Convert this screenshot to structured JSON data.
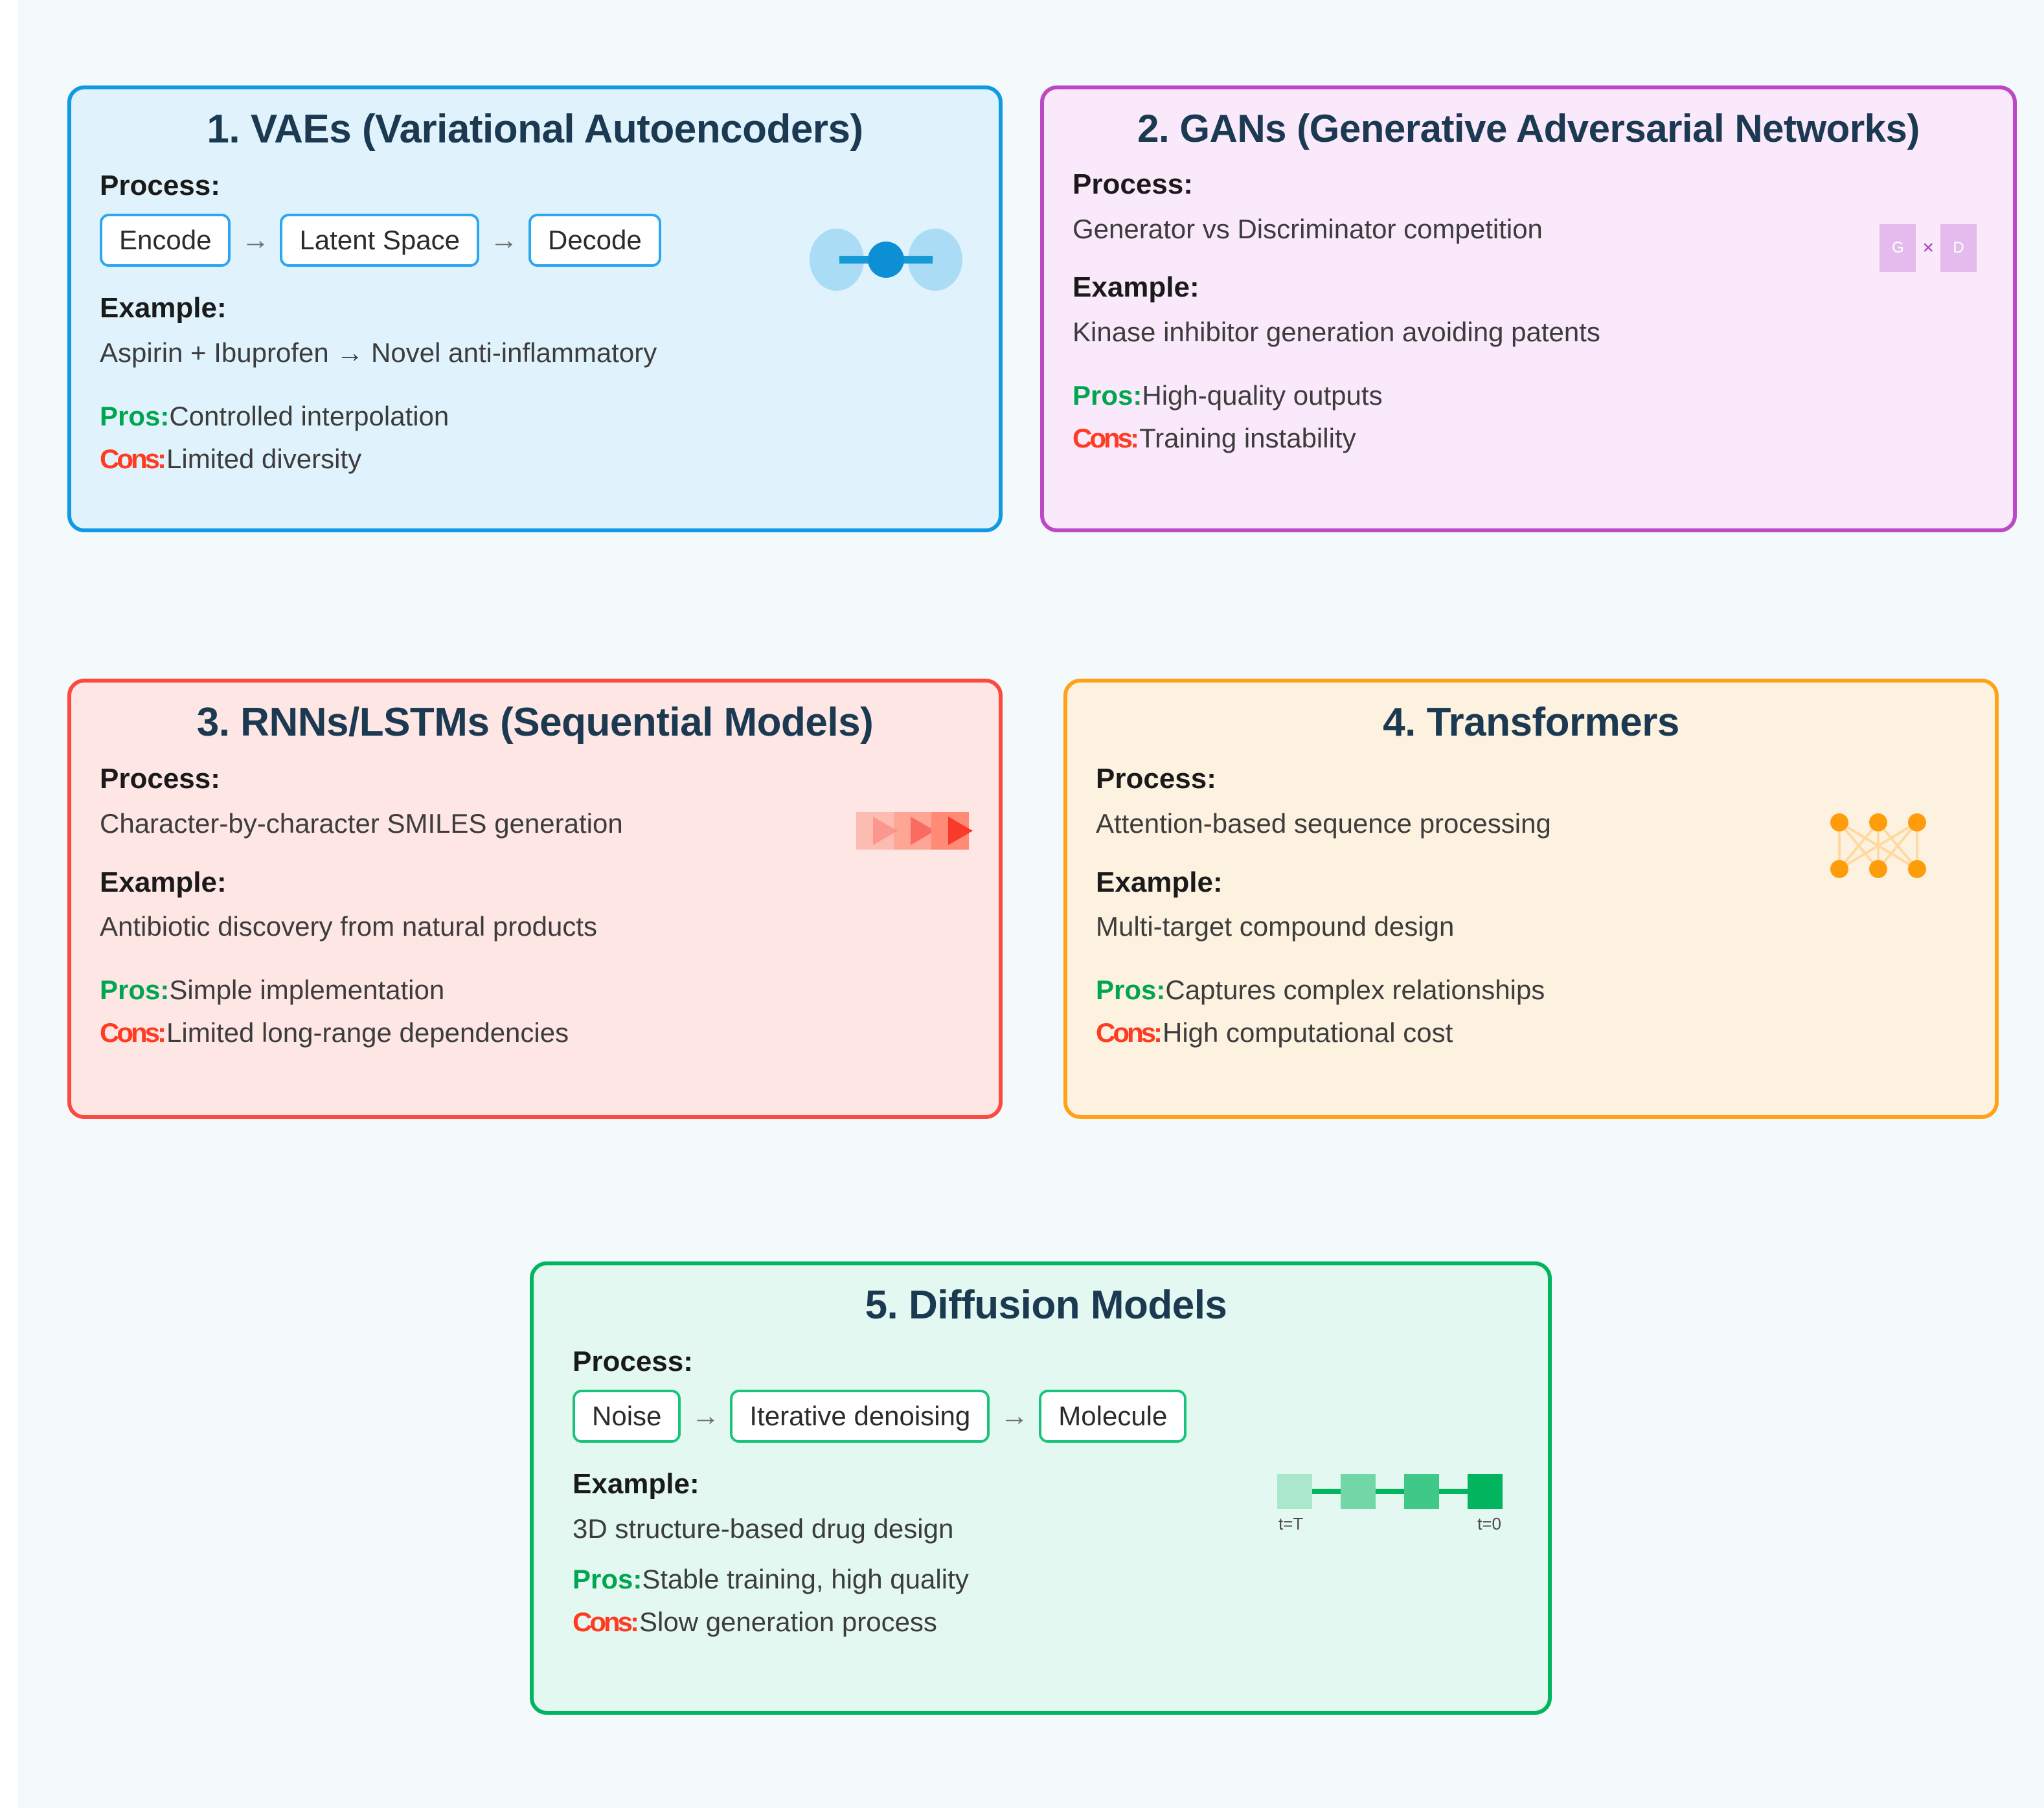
{
  "page": {
    "background": "#f4f9fc",
    "title_color": "#1b3a52",
    "pros_color": "#00a550",
    "cons_color": "#ff3b21"
  },
  "labels": {
    "process": "Process:",
    "example": "Example:",
    "pros": "Pros:",
    "cons": "Cons:",
    "arrow": "→"
  },
  "cards": [
    {
      "id": "vae",
      "title": "1. VAEs (Variational Autoencoders)",
      "accent": "#0f9ae3",
      "background": "#e0f3fc",
      "flow": [
        "Encode",
        "Latent Space",
        "Decode"
      ],
      "example": "Aspirin + Ibuprofen → Novel anti-inflammatory",
      "pros": "Controlled interpolation",
      "cons": "Limited diversity",
      "icon": "latent-space-icon"
    },
    {
      "id": "gan",
      "title": "2. GANs (Generative Adversarial Networks)",
      "accent": "#bd48c4",
      "background": "#fae8fb",
      "process": "Generator vs Discriminator competition",
      "example": "Kinase inhibitor generation avoiding patents",
      "pros": "High-quality outputs",
      "cons": "Training instability",
      "icon": "generator-discriminator-icon",
      "icon_labels": [
        "G",
        "×",
        "D"
      ]
    },
    {
      "id": "rnn",
      "title": "3. RNNs/LSTMs (Sequential Models)",
      "accent": "#fb4a3f",
      "background": "#fde6e4",
      "process": "Character-by-character SMILES generation",
      "example": "Antibiotic discovery from natural products",
      "pros": "Simple implementation",
      "cons": "Limited long-range dependencies",
      "icon": "sequence-cells-icon"
    },
    {
      "id": "transformers",
      "title": "4. Transformers",
      "accent": "#ffa217",
      "background": "#fdf1e0",
      "process": "Attention-based sequence processing",
      "example": "Multi-target compound design",
      "pros": "Captures complex relationships",
      "cons": "High computational cost",
      "icon": "attention-network-icon"
    },
    {
      "id": "diffusion",
      "title": "5. Diffusion Models",
      "accent": "#00b55e",
      "background": "#e3f8f0",
      "flow": [
        "Noise",
        "Iterative denoising",
        "Molecule"
      ],
      "example": "3D structure-based drug design",
      "pros": "Stable training, high quality",
      "cons": "Slow generation process",
      "icon": "denoising-timeline-icon",
      "icon_labels": [
        "t=T",
        "t=0"
      ]
    }
  ]
}
